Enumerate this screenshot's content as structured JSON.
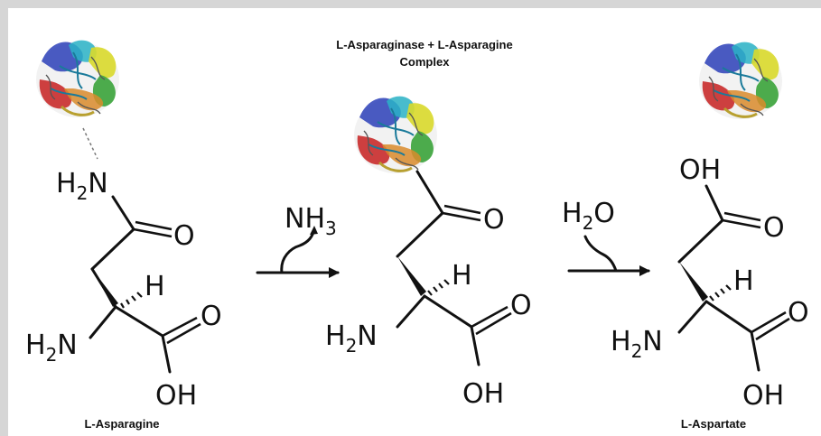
{
  "labels": {
    "complex_line1": "L-Asparaginase + L-Asparagine",
    "complex_line2": "Complex",
    "substrate": "L-Asparagine",
    "product": "L-Aspartate"
  },
  "reagents": {
    "released": "NH3",
    "released_main": "NH",
    "released_sub": "3",
    "added": "H2O",
    "added_a": "H",
    "added_sub": "2",
    "added_b": "O"
  },
  "atoms": {
    "amide_n_a": "H",
    "amide_n_sub": "2",
    "amide_n_b": "N",
    "oxygen": "O",
    "hydrogen": "H",
    "amine_a": "H",
    "amine_sub": "2",
    "amine_b": "N",
    "hydroxyl": "OH"
  },
  "colors": {
    "ink": "#111111",
    "frame": "#d6d6d6",
    "protein_blue": "#2b3fb8",
    "protein_cyan": "#2ab3c7",
    "protein_green": "#3aa33a",
    "protein_yellow": "#d9d92b",
    "protein_red": "#c92b2b",
    "protein_orange": "#d98b2b"
  },
  "icons": {
    "enzyme": "protein-ribbon-icon",
    "arrow": "reaction-arrow-icon"
  }
}
